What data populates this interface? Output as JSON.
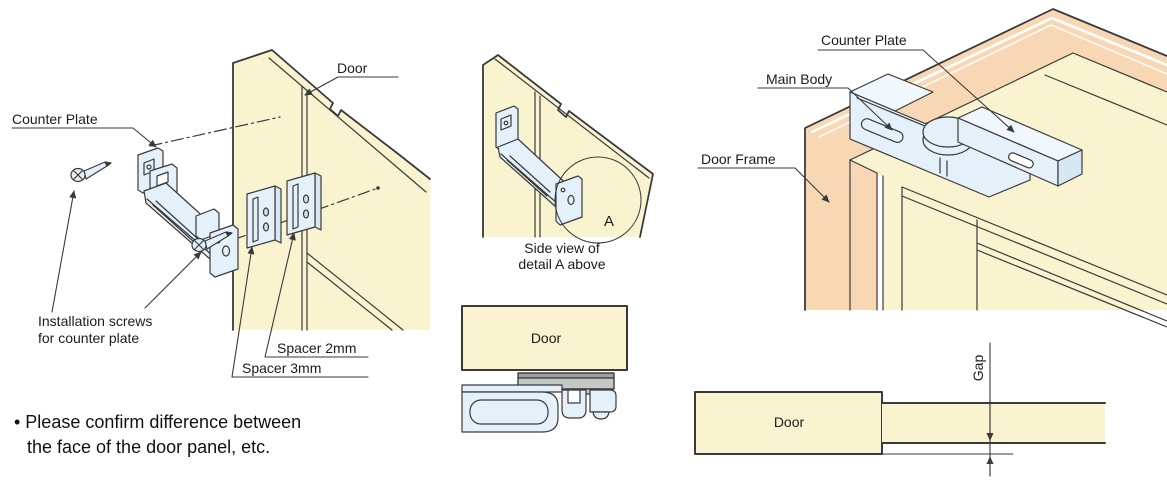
{
  "colors": {
    "door": "#FAF3CF",
    "frame": "#F8D7B5",
    "hardware": "#E4F1FA",
    "hardware_light": "#F0F8FD",
    "gray": "#C6C6C6",
    "gray_dark": "#9F9F9F",
    "line": "#3A3A3A"
  },
  "left": {
    "counter_plate_label": "Counter Plate",
    "door_label": "Door",
    "screws_label_line1": "Installation screws",
    "screws_label_line2": "for counter plate",
    "spacer_2mm_label": "Spacer 2mm",
    "spacer_3mm_label": "Spacer 3mm",
    "note_line1": "• Please confirm difference between",
    "note_line2": "the face of the door panel, etc."
  },
  "middle": {
    "detail_letter": "A",
    "caption_line1": "Side view of",
    "caption_line2": "detail A above",
    "section_door_label": "Door"
  },
  "right": {
    "counter_plate_label": "Counter Plate",
    "main_body_label": "Main Body",
    "door_frame_label": "Door Frame",
    "gap_section_door_label": "Door",
    "gap_dimension_label": "Gap"
  }
}
